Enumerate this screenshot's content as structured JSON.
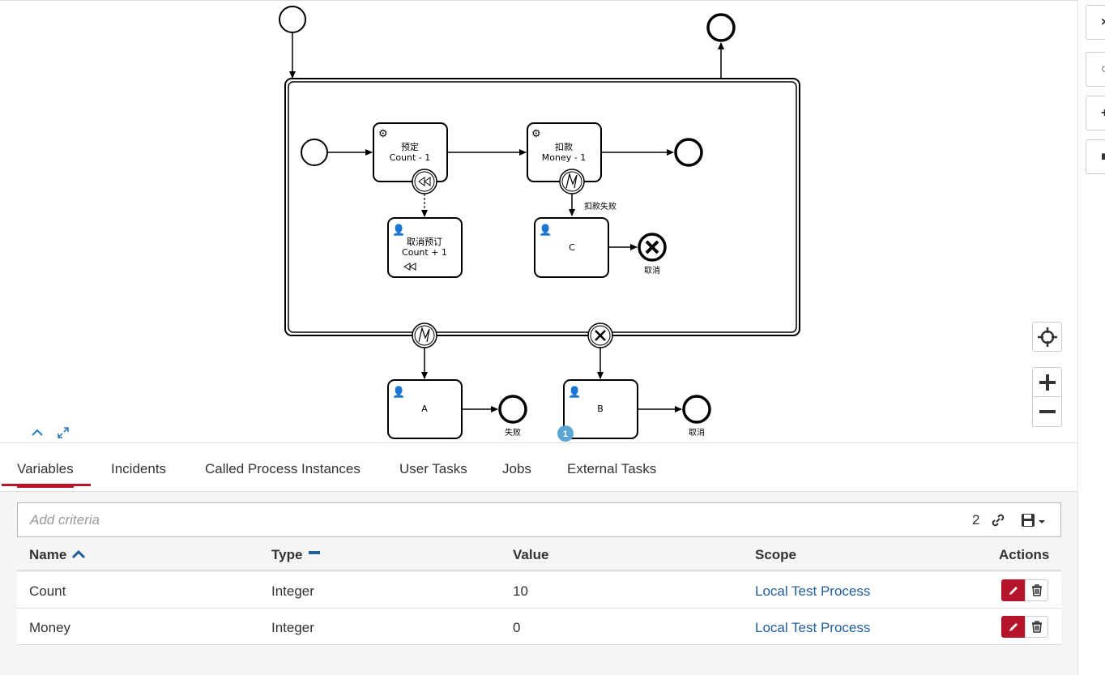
{
  "diagram": {
    "tasks": {
      "reserve": {
        "title": "预定",
        "subtitle": "Count - 1"
      },
      "debit": {
        "title": "扣款",
        "subtitle": "Money - 1"
      },
      "cancel_reservation": {
        "title": "取消预订",
        "subtitle": "Count + 1"
      },
      "task_c": {
        "title": "C"
      },
      "task_a": {
        "title": "A"
      },
      "task_b": {
        "title": "B"
      }
    },
    "flow_label_debit_failed": "扣款失败",
    "end_cancel_label": "取消",
    "end_fail_label": "失败",
    "end_cancel_label_bottom": "取消",
    "instance_badge": "1"
  },
  "tabs": [
    {
      "label": "Variables",
      "active": true
    },
    {
      "label": "Incidents"
    },
    {
      "label": "Called Process Instances"
    },
    {
      "label": "User Tasks"
    },
    {
      "label": "Jobs"
    },
    {
      "label": "External Tasks"
    }
  ],
  "search": {
    "placeholder": "Add criteria",
    "count": "2"
  },
  "table": {
    "headers": {
      "name": "Name",
      "type": "Type",
      "value": "Value",
      "scope": "Scope",
      "actions": "Actions"
    },
    "rows": [
      {
        "name": "Count",
        "type": "Integer",
        "value": "10",
        "scope": "Local Test Process"
      },
      {
        "name": "Money",
        "type": "Integer",
        "value": "0",
        "scope": "Local Test Process"
      }
    ]
  },
  "colors": {
    "accent": "#b5152b",
    "link": "#1f5e9c",
    "badge": "#5aa7d6"
  }
}
